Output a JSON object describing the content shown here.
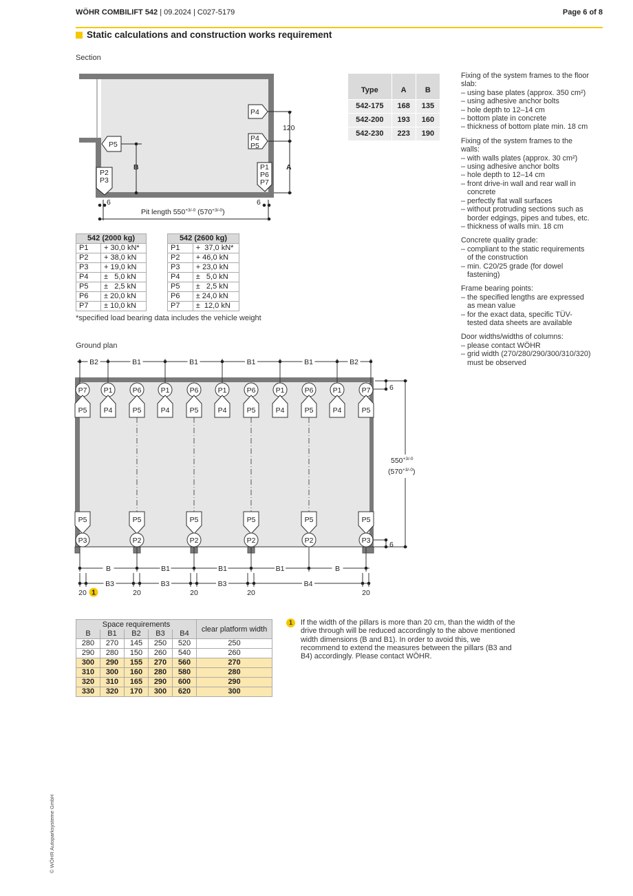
{
  "header": {
    "product": "WÖHR COMBILIFT 542",
    "meta": " | 09.2024 | C027-5179",
    "page": "Page 6 of 8"
  },
  "title": "Static calculations and construction works requirement",
  "section": {
    "label": "Section",
    "labels": {
      "p4": "P4",
      "p4p5": [
        "P4",
        "P5"
      ],
      "p5": "P5",
      "p2p3": [
        "P2",
        "P3"
      ],
      "p1p6p7": [
        "P1",
        "P6",
        "P7"
      ],
      "dim120": "120",
      "dimA": "A",
      "dimB": "B",
      "six": "6",
      "pit": "Pit length 550",
      "tol": "+3/-0",
      "pit_alt": "(570",
      "pit_alt_end": ")"
    }
  },
  "type_table": {
    "headers": [
      "Type",
      "A",
      "B"
    ],
    "rows": [
      [
        "542-175",
        "168",
        "135"
      ],
      [
        "542-200",
        "193",
        "160"
      ],
      [
        "542-230",
        "223",
        "190"
      ]
    ]
  },
  "load_tables": [
    {
      "title": "542 (2000 kg)",
      "rows": [
        [
          "P1",
          "+ 30,0 kN*"
        ],
        [
          "P2",
          "+ 38,0 kN"
        ],
        [
          "P3",
          "+ 19,0 kN"
        ],
        [
          "P4",
          "±   5,0 kN"
        ],
        [
          "P5",
          "±   2,5 kN"
        ],
        [
          "P6",
          "± 20,0 kN"
        ],
        [
          "P7",
          "± 10,0 kN"
        ]
      ]
    },
    {
      "title": "542 (2600 kg)",
      "rows": [
        [
          "P1",
          "+  37,0 kN*"
        ],
        [
          "P2",
          "+ 46,0 kN"
        ],
        [
          "P3",
          "+ 23,0 kN"
        ],
        [
          "P4",
          "±   5,0 kN"
        ],
        [
          "P5",
          "±   2,5 kN"
        ],
        [
          "P6",
          "± 24,0 kN"
        ],
        [
          "P7",
          "±  12,0 kN"
        ]
      ]
    }
  ],
  "footnote": "*specified load bearing data includes the vehicle weight",
  "notes": [
    {
      "head": "Fixing of the system frames to the floor slab:",
      "items": [
        "– using base plates (approx. 350 cm²)",
        "– using adhesive anchor bolts",
        "– hole depth to 12–14 cm",
        "– bottom plate in concrete",
        "– thickness of bottom plate min. 18 cm"
      ]
    },
    {
      "head": "Fixing of the system frames to the walls:",
      "items": [
        "– with walls plates (approx. 30 cm²)",
        "– using adhesive anchor bolts",
        "– hole depth to 12–14 cm",
        "– front drive-in wall and rear wall in concrete",
        "– perfectly flat wall surfaces",
        "– without protruding sections such as border edgings, pipes and tubes, etc.",
        "– thickness of walls min. 18 cm"
      ]
    },
    {
      "head": "Concrete quality grade:",
      "items": [
        "– compliant to the static requirements of the construction",
        "– min. C20/25 grade (for dowel fastening)"
      ]
    },
    {
      "head": "Frame bearing points:",
      "items": [
        "– the specified lengths are expressed as mean value",
        "– for the exact data, specific TÜV-tested data sheets are available"
      ]
    },
    {
      "head": "Door widths/widths of columns:",
      "items": [
        "– please contact WÖHR",
        "– grid width (270/280/290/300/310/320) must be observed"
      ]
    }
  ],
  "ground_plan": {
    "label": "Ground plan",
    "top_circles": [
      "P7",
      "P1",
      "P6",
      "P1",
      "P6",
      "P1",
      "P6",
      "P1",
      "P6",
      "P1",
      "P7"
    ],
    "top_pentagons": [
      "P5",
      "P4",
      "P5",
      "P4",
      "P5",
      "P4",
      "P5",
      "P4",
      "P5",
      "P4",
      "P5"
    ],
    "bottom_pentagons": [
      "P5",
      "P5",
      "P5",
      "P5",
      "P5",
      "P5"
    ],
    "bottom_circles": [
      "P3",
      "P2",
      "P2",
      "P2",
      "P2",
      "P3"
    ],
    "top_dims": [
      "B2",
      "B1",
      "B1",
      "B1",
      "B1",
      "B2"
    ],
    "bottom_dims": [
      "B",
      "B1",
      "B1",
      "B1",
      "B"
    ],
    "pillar_dims": [
      "B3",
      "B3",
      "B3",
      "B4"
    ],
    "pillar_widths": [
      "20",
      "20",
      "20",
      "20",
      "20"
    ],
    "note_marker": "1",
    "six": "6",
    "depth": "550",
    "depth_alt": "(570",
    "tol": "+3/-0"
  },
  "space_table": {
    "group_header": "Space requirements",
    "columns": [
      "B",
      "B1",
      "B2",
      "B3",
      "B4"
    ],
    "clear_header": "clear platform width",
    "rows": [
      [
        "280",
        "270",
        "145",
        "250",
        "520",
        "250"
      ],
      [
        "290",
        "280",
        "150",
        "260",
        "540",
        "260"
      ],
      [
        "300",
        "290",
        "155",
        "270",
        "560",
        "270"
      ],
      [
        "310",
        "300",
        "160",
        "280",
        "580",
        "280"
      ],
      [
        "320",
        "310",
        "165",
        "290",
        "600",
        "290"
      ],
      [
        "330",
        "320",
        "170",
        "300",
        "620",
        "300"
      ]
    ],
    "highlighted_from": 2,
    "highlight_color": "#fbe7b0"
  },
  "note1": {
    "marker": "1",
    "text": "If the width of the pillars is more than 20 cm, than the width of the drive through will be reduced accordingly to the above mentioned width dimensions (B and B1). In order to avoid this, we recommend to extend the measures between the pillars (B3 and B4) accordingly. Please contact WÖHR."
  },
  "footer": "© WÖHR Autoparksysteme GmbH",
  "colors": {
    "accent": "#f5c800",
    "wall": "#7a7a7a",
    "floor": "#e6e6e6"
  }
}
